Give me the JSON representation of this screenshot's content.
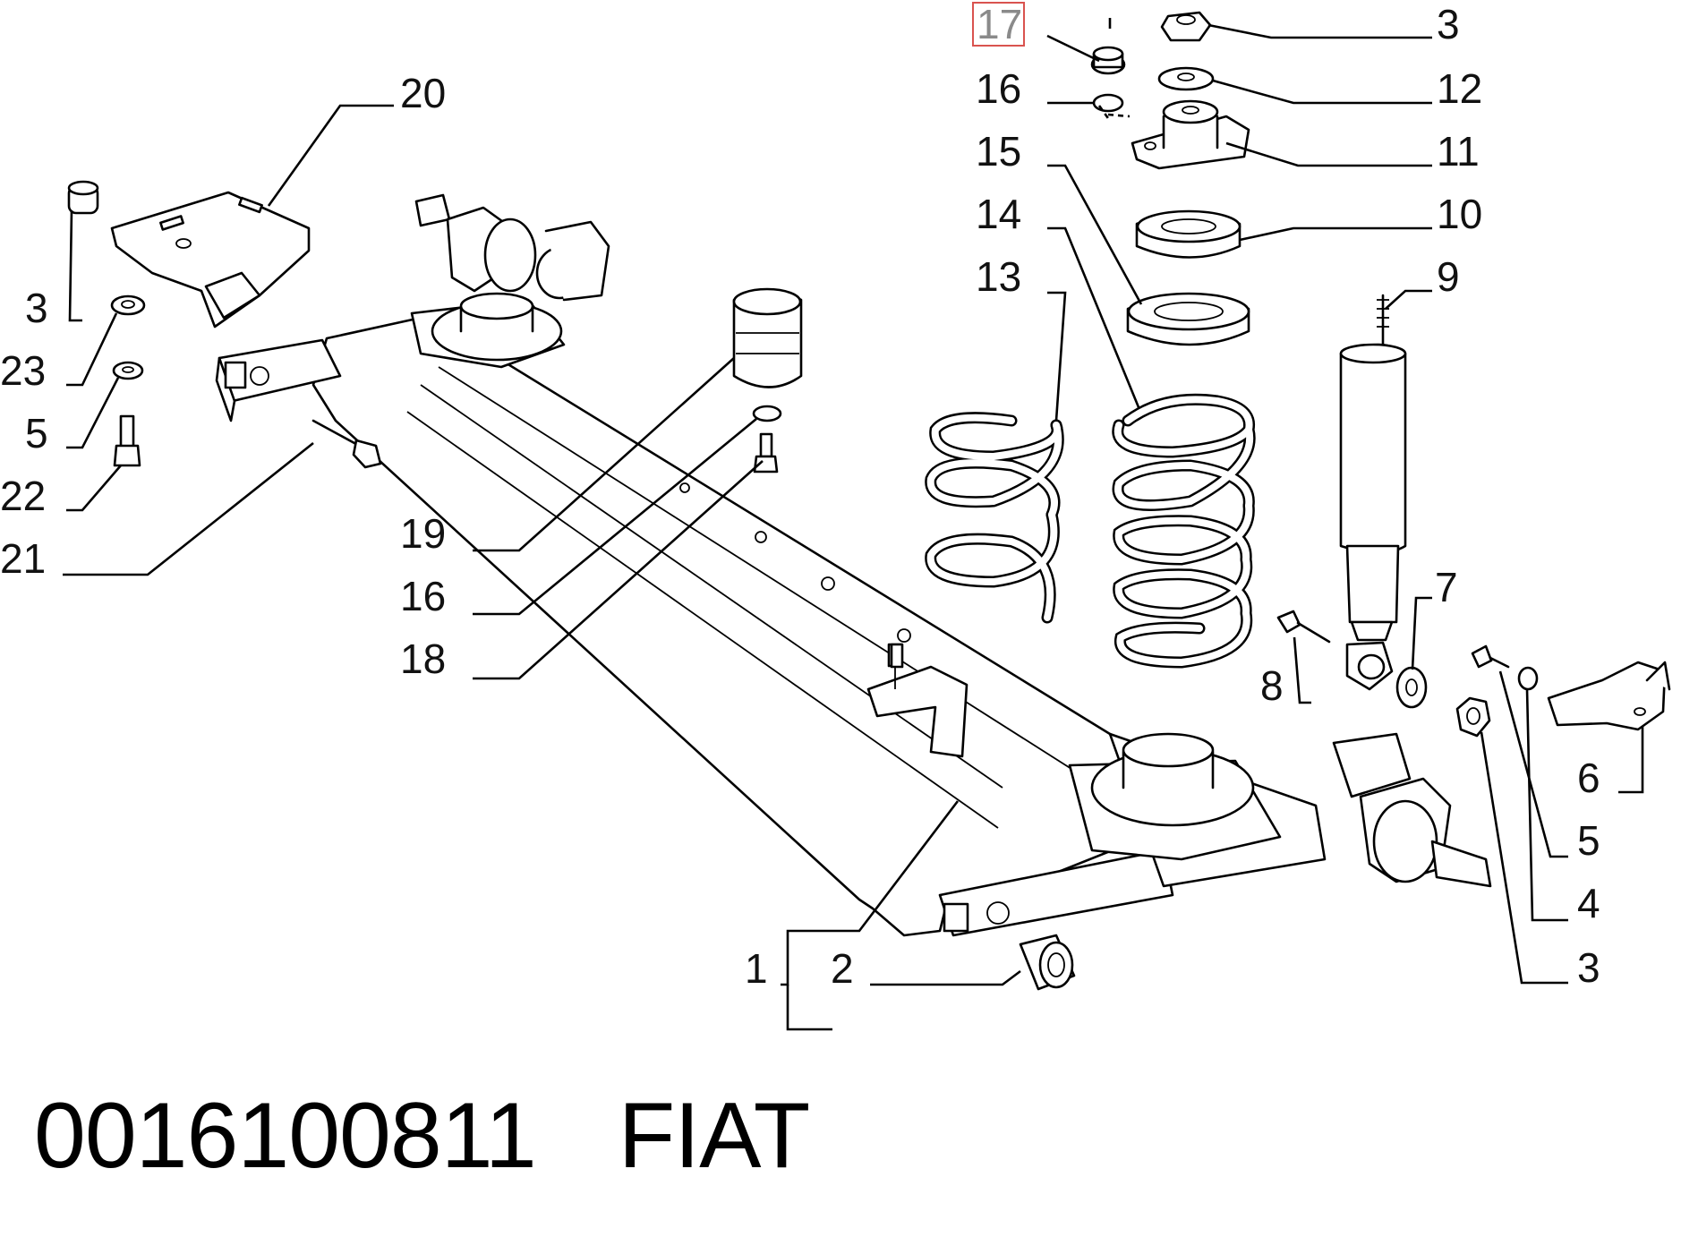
{
  "footer": {
    "part_number": "0016100811",
    "brand": "FIAT"
  },
  "highlight": {
    "callout": "17",
    "color": "#d9534f"
  },
  "callouts": [
    "17",
    "3",
    "16",
    "12",
    "15",
    "11",
    "14",
    "10",
    "13",
    "9",
    "20",
    "3",
    "23",
    "5",
    "22",
    "21",
    "19",
    "16",
    "18",
    "7",
    "8",
    "6",
    "5",
    "4",
    "1",
    "2",
    "3"
  ]
}
